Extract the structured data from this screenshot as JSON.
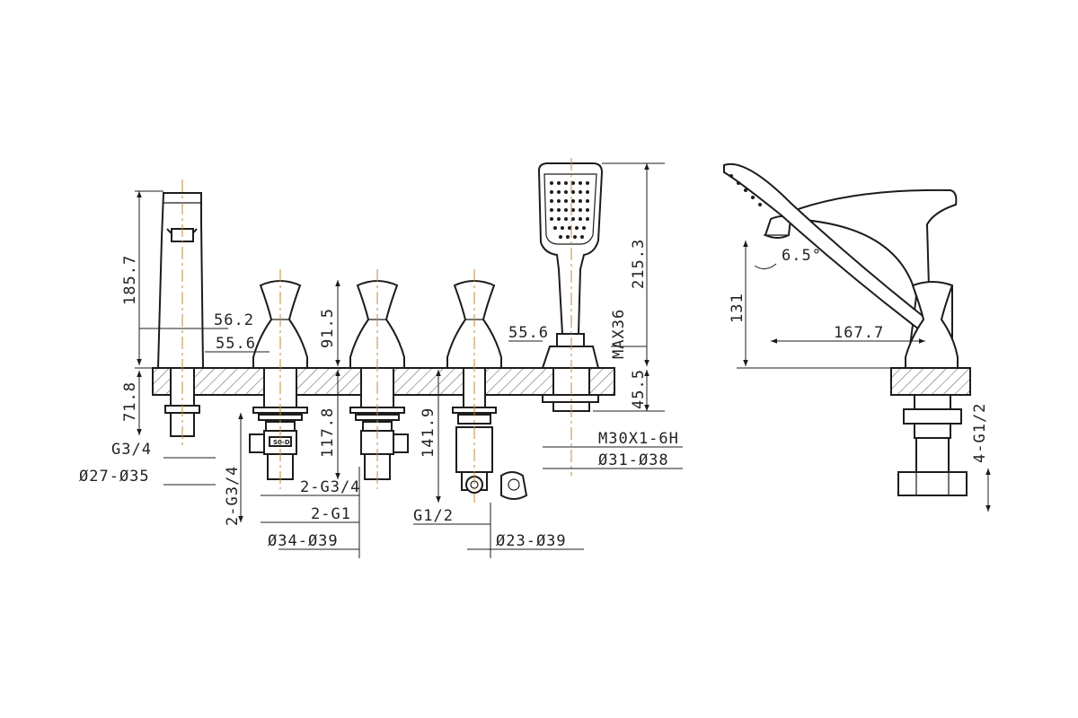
{
  "diagram": {
    "dimensions": {
      "spout_height": "185.7",
      "spout_offset_a": "56.2",
      "spout_offset_b": "55.6",
      "deck_below_spout": "71.8",
      "spout_thread": "G3/4",
      "spout_hole": "Ø27-Ø35",
      "valve_height": "91.5",
      "valve_total": "117.8",
      "valve_thread_a": "2-G3/4",
      "valve_thread_b": "2-G3/4",
      "valve_inlet": "2-G1",
      "valve_hole": "Ø34-Ø39",
      "diverter_total": "141.9",
      "diverter_thread": "G1/2",
      "diverter_hole": "Ø23-Ø39",
      "shower_offset": "55.6",
      "shower_max": "MAX36",
      "shower_height": "215.3",
      "shower_deck": "45.5",
      "shower_thread": "M30X1-6H",
      "shower_hole": "Ø31-Ø38",
      "side_angle": "6.5°",
      "side_height": "131",
      "side_reach": "167.7",
      "side_inlets": "4-G1/2"
    },
    "labels": {
      "valve_tag": "S0-D"
    }
  }
}
